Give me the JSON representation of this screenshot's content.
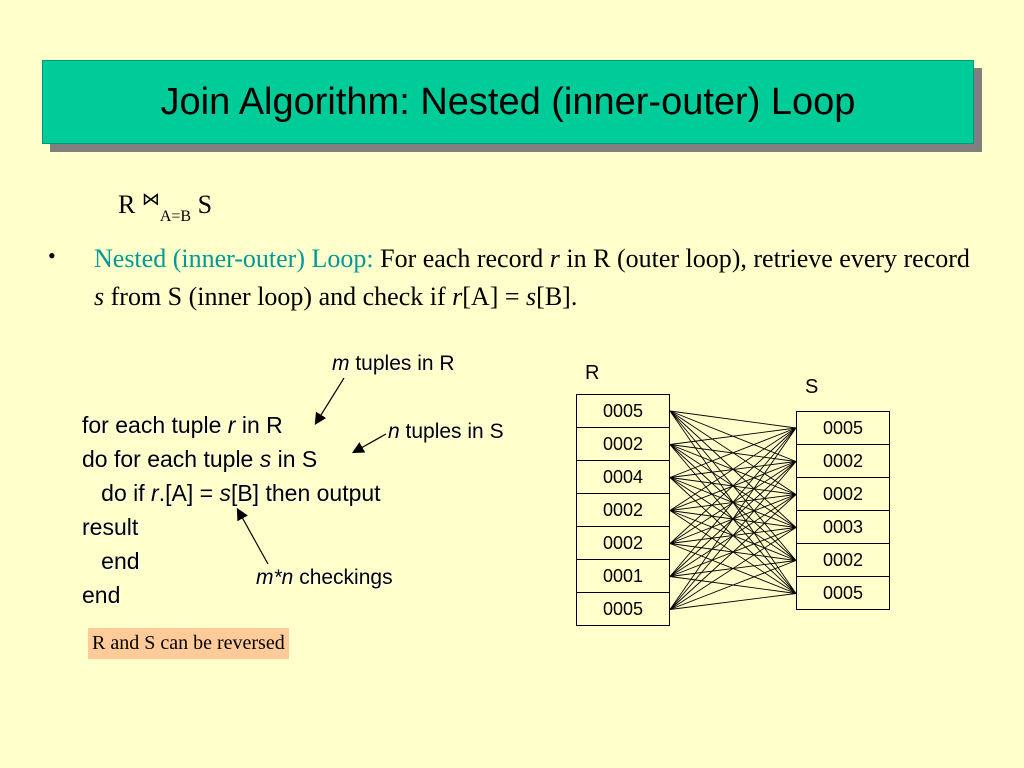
{
  "title": "Join Algorithm: Nested (inner-outer) Loop",
  "formula": {
    "left": "R",
    "operator": "⋈",
    "condition": "A=B",
    "right": "S"
  },
  "bullet": {
    "lead": "Nested (inner-outer) Loop:",
    "text_1": " For each record ",
    "var_r": "r",
    "text_2": " in R (outer loop), retrieve every record ",
    "var_s": "s",
    "text_3": " from S (inner loop) and check if ",
    "var_r2": "r",
    "text_4": "[A] = ",
    "var_s2": "s",
    "text_5": "[B]."
  },
  "code": {
    "line1_a": "for each tuple ",
    "line1_var": "r",
    "line1_b": " in R",
    "line2_a": "do for each tuple ",
    "line2_var": "s",
    "line2_b": " in S",
    "line3_a": "   do if ",
    "line3_var1": "r",
    "line3_b": ".[A] = ",
    "line3_var2": "s",
    "line3_c": "[B] then output",
    "line4": "result",
    "line5": "   end",
    "line6": "end"
  },
  "annotations": {
    "m_var": "m",
    "m_text": " tuples in R",
    "n_var": "n",
    "n_text": " tuples in S",
    "mn_var": "m*n",
    "mn_text": " checkings"
  },
  "note": "R and S can be reversed",
  "relation_r": {
    "label": "R",
    "values": [
      "0005",
      "0002",
      "0004",
      "0002",
      "0002",
      "0001",
      "0005"
    ]
  },
  "relation_s": {
    "label": "S",
    "values": [
      "0005",
      "0002",
      "0002",
      "0003",
      "0002",
      "0005"
    ]
  },
  "colors": {
    "background": "#ffffcc",
    "title_bg": "#00cc99",
    "accent_text": "#009999",
    "note_bg": "#ffcc99"
  }
}
